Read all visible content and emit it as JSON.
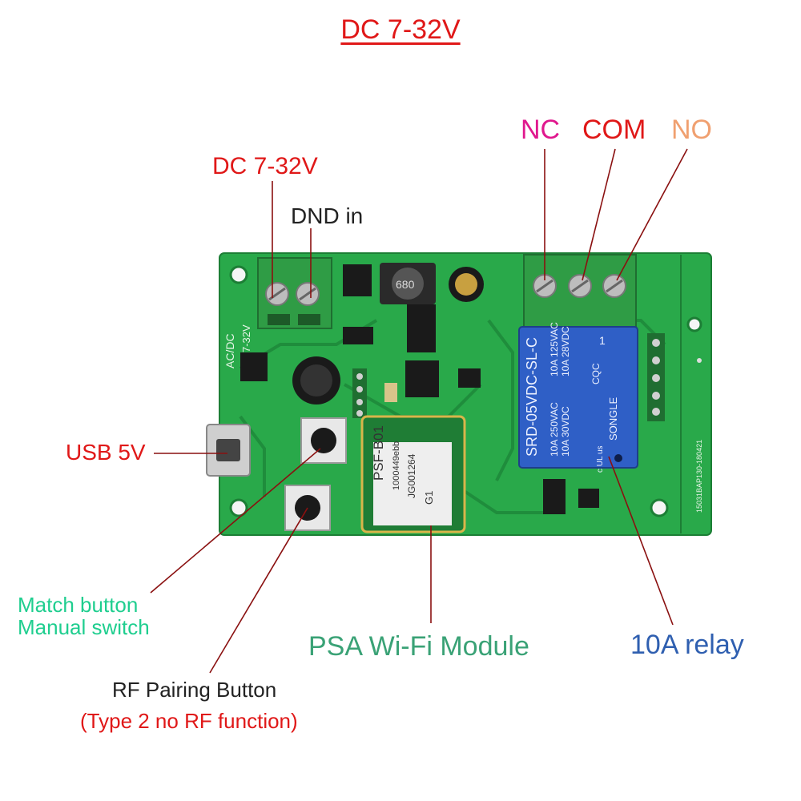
{
  "title": "DC 7-32V",
  "labels": {
    "dc_input": "DC 7-32V",
    "gnd_in": "DND in",
    "nc": "NC",
    "com": "COM",
    "no": "NO",
    "usb": "USB 5V",
    "match_button": "Match button",
    "manual_switch": "Manual switch",
    "wifi_module": "PSA Wi-Fi Module",
    "relay": "10A relay",
    "rf_pairing": "RF Pairing Button",
    "rf_note": "(Type 2 no RF function)"
  },
  "board_text": {
    "acdc": "AC/DC",
    "voltage": "7-32V",
    "inductor": "680",
    "module_name": "PSF-B01",
    "module_code1": "1000449ebb",
    "module_code2": "JG001264",
    "module_code3": "G1",
    "relay_line1": "10A 250VAC",
    "relay_line2": "10A 30VDC",
    "relay_line3": "10A 125VAC",
    "relay_line4": "10A 28VDC",
    "relay_model": "SRD-05VDC-SL-C",
    "relay_brand": "SONGLE",
    "relay_pin": "1",
    "relay_ul": "c UL us",
    "cqc": "CQC",
    "side_code": "15031BAP130-180421"
  },
  "colors": {
    "pcb": "#29a94a",
    "pcb_dark": "#1c7e35",
    "terminal": "#2f9c45",
    "relay": "#2f5fc6",
    "pointer": "#6b1010"
  }
}
